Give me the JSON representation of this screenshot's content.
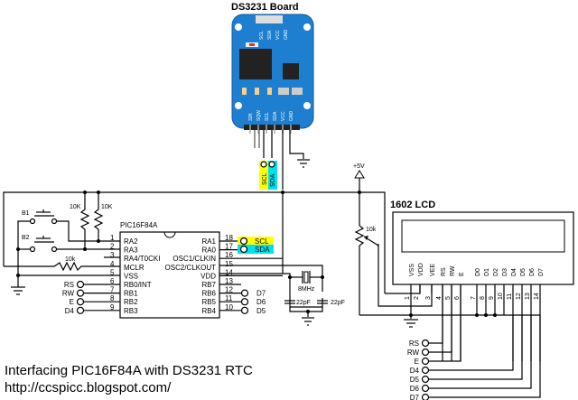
{
  "board": {
    "title": "DS3231 Board",
    "top_pins": [
      "SCL",
      "SDA",
      "VCC",
      "GND"
    ],
    "bottom_pins": [
      "32K",
      "SQW",
      "SCL",
      "SDA",
      "VCC",
      "GND"
    ]
  },
  "mcu": {
    "name": "PIC16F84A",
    "left_pins": [
      {
        "num": "1",
        "name": "RA2"
      },
      {
        "num": "2",
        "name": "RA3"
      },
      {
        "num": "3",
        "name": "RA4/T0CKI"
      },
      {
        "num": "4",
        "name": "MCLR"
      },
      {
        "num": "5",
        "name": "VSS"
      },
      {
        "num": "6",
        "name": "RB0/INT"
      },
      {
        "num": "7",
        "name": "RB1"
      },
      {
        "num": "8",
        "name": "RB2"
      },
      {
        "num": "9",
        "name": "RB3"
      }
    ],
    "right_pins": [
      {
        "num": "18",
        "name": "RA1"
      },
      {
        "num": "17",
        "name": "RA0"
      },
      {
        "num": "16",
        "name": "OSC1/CLKIN"
      },
      {
        "num": "15",
        "name": "OSC2/CLKOUT"
      },
      {
        "num": "14",
        "name": "VDD"
      },
      {
        "num": "13",
        "name": "RB7"
      },
      {
        "num": "12",
        "name": "RB6"
      },
      {
        "num": "11",
        "name": "RB5"
      },
      {
        "num": "10",
        "name": "RB4"
      }
    ]
  },
  "labels": {
    "b1": "B1",
    "b2": "B2",
    "r1": "10K",
    "r2": "10K",
    "r_mclr": "10k",
    "pot": "10k",
    "crystal": "8MHz",
    "c1": "22pF",
    "c2": "22pF",
    "vcc": "+5V",
    "scl": "SCL",
    "sda": "SDA",
    "left_terms": [
      "RS",
      "RW",
      "E",
      "D4"
    ],
    "right_terms": [
      "D7",
      "D6",
      "D5"
    ],
    "lcd_terms": [
      "RS",
      "RW",
      "E",
      "D4",
      "D5",
      "D6",
      "D7"
    ]
  },
  "lcd": {
    "title": "1602 LCD",
    "pins": [
      {
        "num": "1",
        "name": "VSS"
      },
      {
        "num": "2",
        "name": "VDD"
      },
      {
        "num": "3",
        "name": "VEE"
      },
      {
        "num": "4",
        "name": "RS"
      },
      {
        "num": "5",
        "name": "RW"
      },
      {
        "num": "6",
        "name": "E"
      },
      {
        "num": "7",
        "name": "D0"
      },
      {
        "num": "8",
        "name": "D1"
      },
      {
        "num": "9",
        "name": "D2"
      },
      {
        "num": "10",
        "name": "D3"
      },
      {
        "num": "11",
        "name": "D4"
      },
      {
        "num": "12",
        "name": "D5"
      },
      {
        "num": "13",
        "name": "D6"
      },
      {
        "num": "14",
        "name": "D7"
      }
    ]
  },
  "caption": {
    "line1": "Interfacing PIC16F84A with DS3231 RTC",
    "line2": "http://ccspicc.blogspot.com/"
  },
  "colors": {
    "scl": "#ffff00",
    "sda": "#00e0f0",
    "board": "#1e7fd0"
  }
}
